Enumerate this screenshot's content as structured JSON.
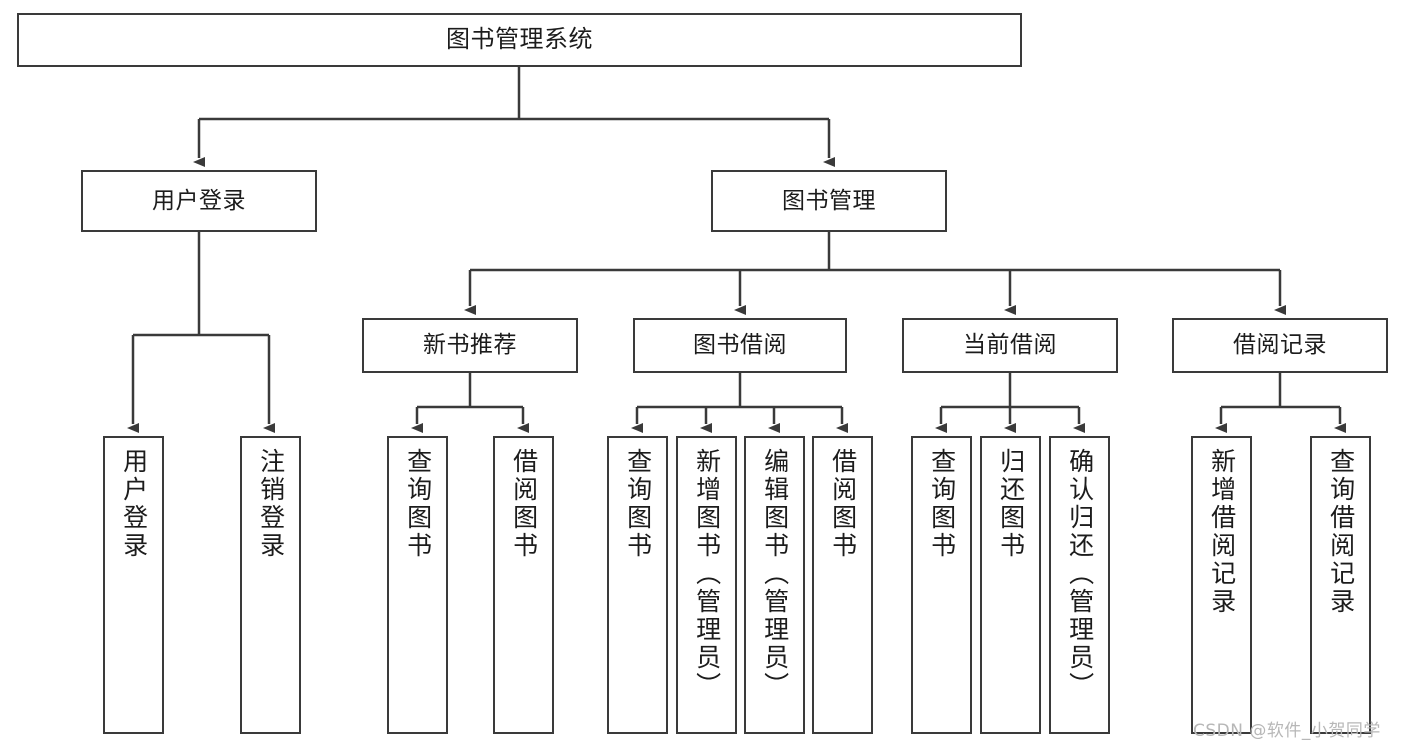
{
  "diagram": {
    "title": "图书管理系统",
    "type": "tree-hierarchy",
    "colors": {
      "border": "#3a3a3a",
      "background": "#ffffff",
      "text": "#1c1c1c",
      "connector": "#3a3a3a",
      "watermark": "#b7b7b7"
    }
  },
  "nodes": {
    "root": {
      "label": "图书管理系统"
    },
    "level2": [
      {
        "label": "用户登录"
      },
      {
        "label": "图书管理"
      }
    ],
    "level3": [
      {
        "label": "新书推荐"
      },
      {
        "label": "图书借阅"
      },
      {
        "label": "当前借阅"
      },
      {
        "label": "借阅记录"
      }
    ],
    "leaves": {
      "user_login": [
        {
          "label": "用户登录"
        },
        {
          "label": "注销登录"
        }
      ],
      "new_book_recommend": [
        {
          "label": "查询图书"
        },
        {
          "label": "借阅图书"
        }
      ],
      "book_borrow": [
        {
          "label": "查询图书"
        },
        {
          "label": "新增图书（管理员）"
        },
        {
          "label": "编辑图书（管理员）"
        },
        {
          "label": "借阅图书"
        }
      ],
      "current_borrow": [
        {
          "label": "查询图书"
        },
        {
          "label": "归还图书"
        },
        {
          "label": "确认归还（管理员）"
        }
      ],
      "borrow_record": [
        {
          "label": "新增借阅记录"
        },
        {
          "label": "查询借阅记录"
        }
      ]
    }
  },
  "watermark": {
    "text": "CSDN @软件_小贺同学"
  }
}
